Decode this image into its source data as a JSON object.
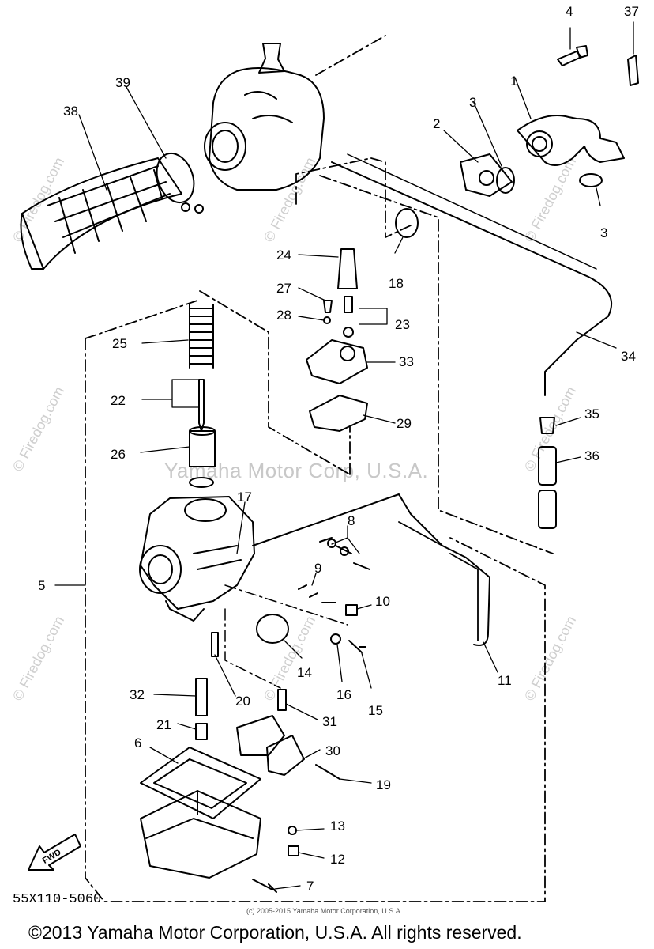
{
  "watermarks": {
    "center": "Yamaha Motor Corp, U.S.A.",
    "site": "© Firedog.com"
  },
  "diagram_code": "55X110-5060",
  "small_copyright": "(c) 2005-2015 Yamaha Motor Corporation, U.S.A.",
  "footer": "©2013 Yamaha Motor Corporation, U.S.A. All rights reserved.",
  "fwd_label": "FWD",
  "callouts": {
    "c1": "1",
    "c2": "2",
    "c3a": "3",
    "c3b": "3",
    "c4": "4",
    "c5": "5",
    "c6": "6",
    "c7": "7",
    "c8": "8",
    "c9": "9",
    "c10": "10",
    "c11": "11",
    "c12": "12",
    "c13": "13",
    "c14": "14",
    "c15": "15",
    "c16": "16",
    "c17": "17",
    "c18": "18",
    "c19": "19",
    "c20": "20",
    "c21": "21",
    "c22": "22",
    "c23": "23",
    "c24": "24",
    "c25": "25",
    "c26": "26",
    "c27": "27",
    "c28": "28",
    "c29": "29",
    "c30": "30",
    "c31": "31",
    "c32": "32",
    "c33": "33",
    "c34": "34",
    "c35": "35",
    "c36": "36",
    "c37": "37",
    "c38": "38",
    "c39": "39"
  }
}
